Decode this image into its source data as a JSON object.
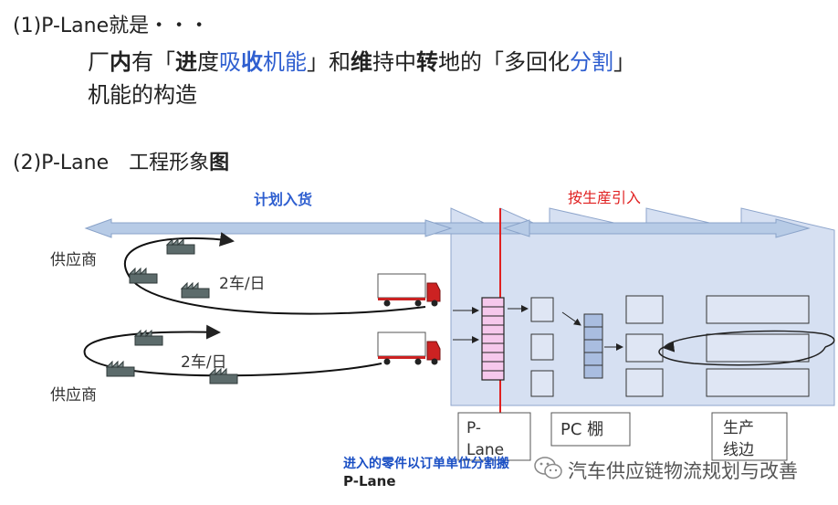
{
  "heading1": "(1)P-Lane就是・・・",
  "line1": {
    "seg1": "厂",
    "seg2": "内",
    "seg3": "有「",
    "seg4": "进",
    "seg5": "度",
    "seg6": "吸",
    "seg7": "收",
    "seg8": "机能",
    "seg9": "」和",
    "seg10": "维",
    "seg11": "持中",
    "seg12": "转",
    "seg13": "地的「多回化",
    "seg14": "分割",
    "seg15": "」"
  },
  "line2": "机能的构造",
  "heading2": {
    "prefix": "(2)P-Lane　工程形象",
    "bold": "图"
  },
  "arrow_left_label": "计划入货",
  "arrow_right_label": "按生産引入",
  "supplier_top": "供应商",
  "supplier_bottom": "供应商",
  "loop_top_label": "2车/日",
  "loop_bottom_label": "2车/日",
  "box_plane": "P-Lane",
  "box_pc": "PC 棚",
  "box_line": "生产线边",
  "note_line1": "进入的零件以订单单位分割搬",
  "note_line2": "P-Lane",
  "watermark": "汽车供应链物流规划与改善",
  "colors": {
    "factory_fill": "#d6e0f2",
    "arrow_fill": "#b7cbe6",
    "red_line": "#e02020",
    "rack_fill": "#f6c8ec",
    "blue_label": "#2f5fd0",
    "red_label": "#e02020"
  },
  "icons": [
    "truck-icon",
    "supplier-building-icon",
    "wechat-icon"
  ]
}
